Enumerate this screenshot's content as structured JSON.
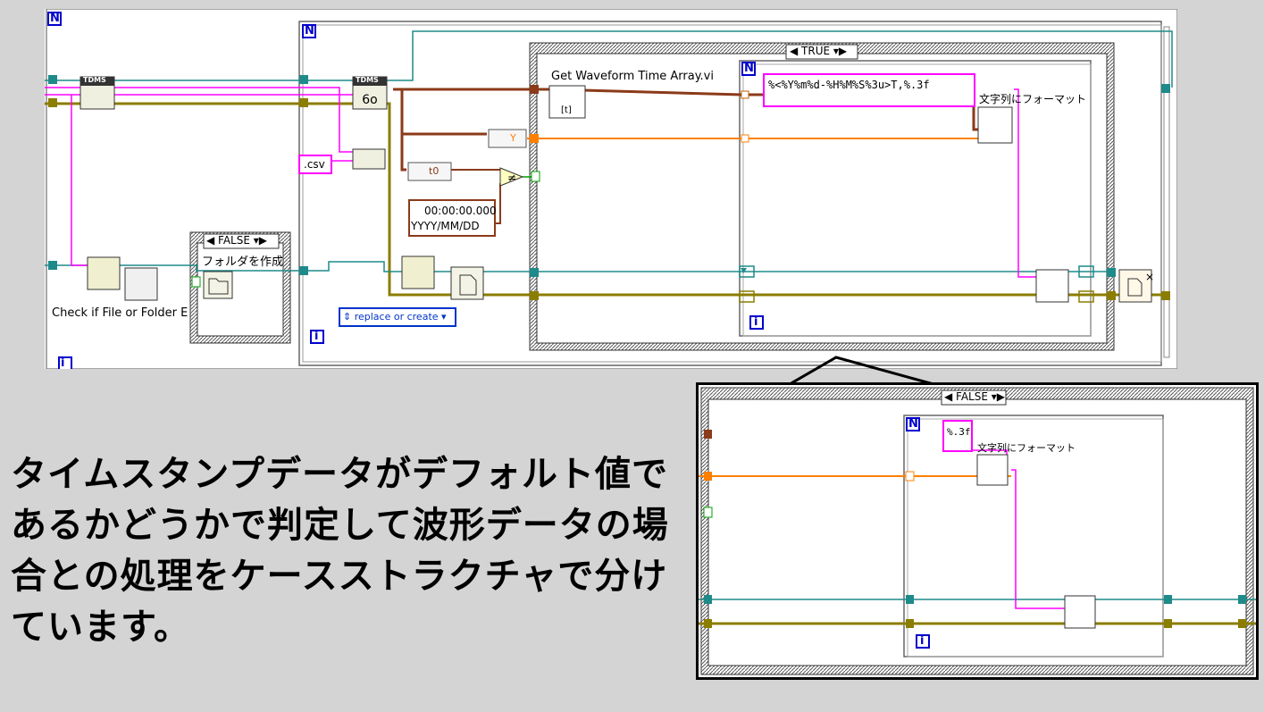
{
  "diagram": {
    "outer_loop_label": "N",
    "outer_iter_label": "i",
    "inner_loop_label": "N",
    "inner_iter_label": "i",
    "case_true_selector": "TRUE",
    "case_false_selector": "FALSE",
    "folder_case_selector": "FALSE",
    "folder_case_label": "フォルダを作成",
    "tdms_label_1": "TDMS",
    "tdms_label_2": "TDMS",
    "csv_constant": ".csv",
    "check_file_label": "Check if File or Folder E",
    "replace_or_create": "replace or create",
    "get_waveform_label": "Get Waveform Time Array.vi",
    "waveform_t_label": "[t]",
    "y_label": "Y",
    "t0_label": "t0",
    "timestamp_time": "00:00:00.000",
    "timestamp_date": "YYYY/MM/DD",
    "format_string_true": "%<%Y%m%d-%H%M%S%3u>T,%.3f",
    "format_into_string_label": "文字列にフォーマット",
    "format_string_false": "%.3f",
    "format_into_string_label_false": "文字列にフォーマット"
  },
  "caption": "タイムスタンプデータがデフォルト値であるかどうかで判定して波形データの場合との処理をケースストラクチャで分けています。",
  "colors": {
    "background": "#d4d4d4",
    "wire_string": "#ff00ff",
    "wire_path": "#1f8a8a",
    "wire_refnum": "#8b7d00",
    "wire_waveform": "#8b3a1a",
    "wire_numeric": "#ff8000",
    "wire_boolean": "#00a000",
    "loop_label": "#0000cc"
  }
}
